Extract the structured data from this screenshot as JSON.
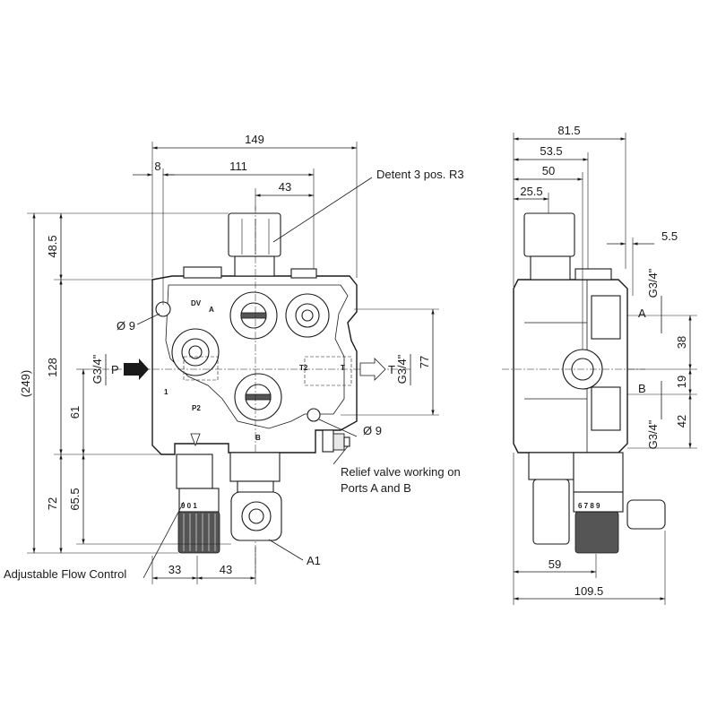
{
  "dimensions": {
    "d149": "149",
    "d8": "8",
    "d111": "111",
    "d43_top": "43",
    "d249": "(249)",
    "d48_5": "48.5",
    "d128": "128",
    "d72": "72",
    "d61": "61",
    "d65_5": "65.5",
    "thread_p": "G3/4\"",
    "thread_t": "G3/4\"",
    "d77": "77",
    "hole_dia_left": "Ø 9",
    "hole_dia_right": "Ø 9",
    "d33": "33",
    "d43_bottom": "43",
    "d81_5": "81.5",
    "d53_5": "53.5",
    "d50": "50",
    "d25_5": "25.5",
    "d5_5": "5.5",
    "thread_a": "G3/4\"",
    "thread_b": "G3/4\"",
    "d38": "38",
    "d19": "19",
    "d42": "42",
    "d59": "59",
    "d109_5": "109.5"
  },
  "labels": {
    "p": "P",
    "t": "T",
    "a": "A",
    "b": "B"
  },
  "callouts": {
    "detent": "Detent 3 pos. R3",
    "relief_line1": "Relief valve working on",
    "relief_line2": "Ports A and B",
    "flow_control": "Adjustable Flow Control",
    "a1": "A1"
  },
  "markings": {
    "dv": "DV",
    "a": "A",
    "t2": "T2",
    "t1": "T",
    "p1": "1",
    "p2": "P2",
    "b": "B",
    "scale_front": "9 0 1",
    "scale_side": "6 7 8 9"
  }
}
